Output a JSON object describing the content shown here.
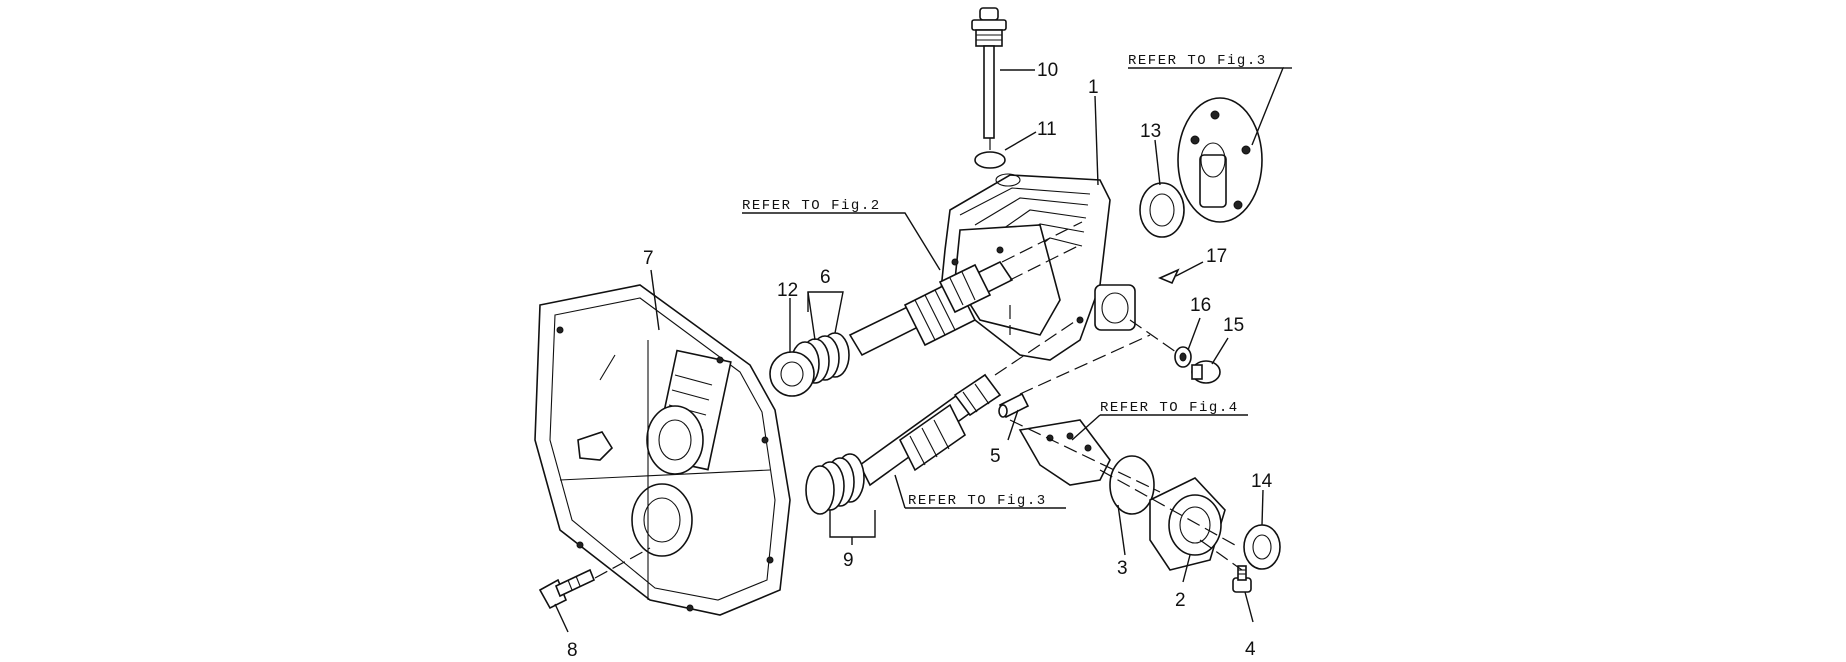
{
  "refs": {
    "fig2": "REFER TO Fig.2",
    "fig3_top": "REFER TO Fig.3",
    "fig3_bottom": "REFER TO Fig.3",
    "fig4": "REFER TO Fig.4"
  },
  "callouts": {
    "p1": "1",
    "p2": "2",
    "p3": "3",
    "p4": "4",
    "p5": "5",
    "p6": "6",
    "p7": "7",
    "p8": "8",
    "p9": "9",
    "p10": "10",
    "p11": "11",
    "p12": "12",
    "p13": "13",
    "p14": "14",
    "p15": "15",
    "p16": "16",
    "p17": "17"
  }
}
